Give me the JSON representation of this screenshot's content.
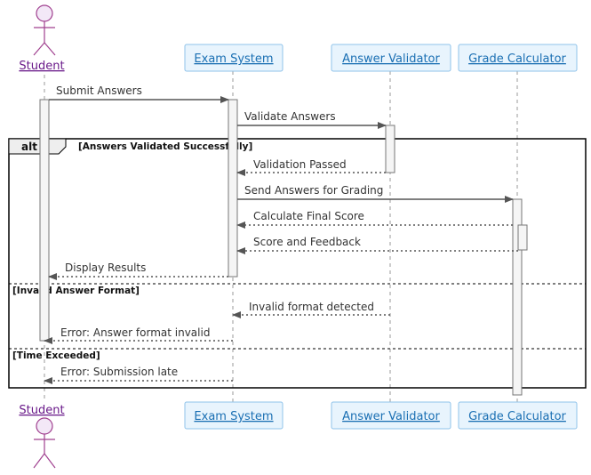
{
  "participants": {
    "student": "Student",
    "exam": "Exam System",
    "validator": "Answer Validator",
    "grade": "Grade Calculator"
  },
  "fragment": {
    "keyword": "alt",
    "guard1": "[Answers Validated Successfully]",
    "guard2": "[Invalid Answer Format]",
    "guard3": "[Time Exceeded]"
  },
  "messages": {
    "m1": "Submit Answers",
    "m2": "Validate Answers",
    "m3": "Validation Passed",
    "m4": "Send Answers for Grading",
    "m5": "Calculate Final Score",
    "m6": "Score and Feedback",
    "m7": "Display Results",
    "m8": "Invalid format detected",
    "m9": "Error: Answer format invalid",
    "m10": "Error: Submission late"
  },
  "colors": {
    "actor_stroke": "#a0408f",
    "actor_fill": "#f3e8f7",
    "box_fill": "#e8f4fd",
    "box_stroke": "#8fc3ea",
    "lifeline": "#999999",
    "arrow": "#555555"
  }
}
